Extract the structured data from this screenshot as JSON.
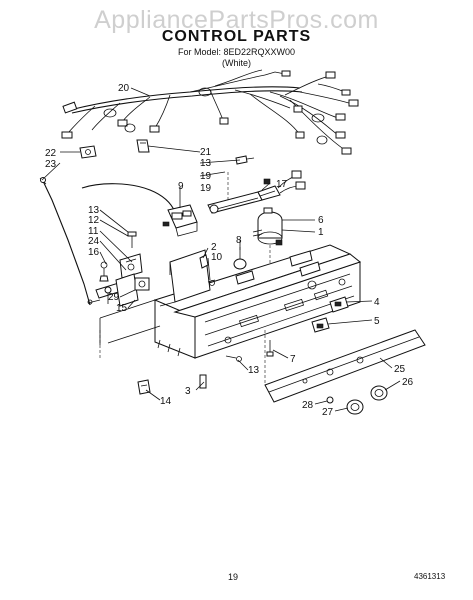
{
  "watermark": "AppliancePartsPros.com",
  "header": {
    "title": "CONTROL PARTS",
    "model": "For Model: 8ED22RQXXW00",
    "color": "(White)"
  },
  "callouts": {
    "c1": "1",
    "c2": "2",
    "c3": "3",
    "c4": "4",
    "c5": "5",
    "c6": "6",
    "c7": "7",
    "c8": "8",
    "c9": "9",
    "c10": "10",
    "c11": "11",
    "c12": "12",
    "c13a": "13",
    "c13b": "13",
    "c13c": "13",
    "c14": "14",
    "c15": "15",
    "c16": "16",
    "c17": "17",
    "c19a": "19",
    "c19b": "19",
    "c20": "20",
    "c21": "21",
    "c22": "22",
    "c23": "23",
    "c24": "24",
    "c25": "25",
    "c26": "26",
    "c27": "27",
    "c28": "28",
    "c29": "29"
  },
  "footer": {
    "page_number": "19",
    "doc_number": "4361313"
  }
}
